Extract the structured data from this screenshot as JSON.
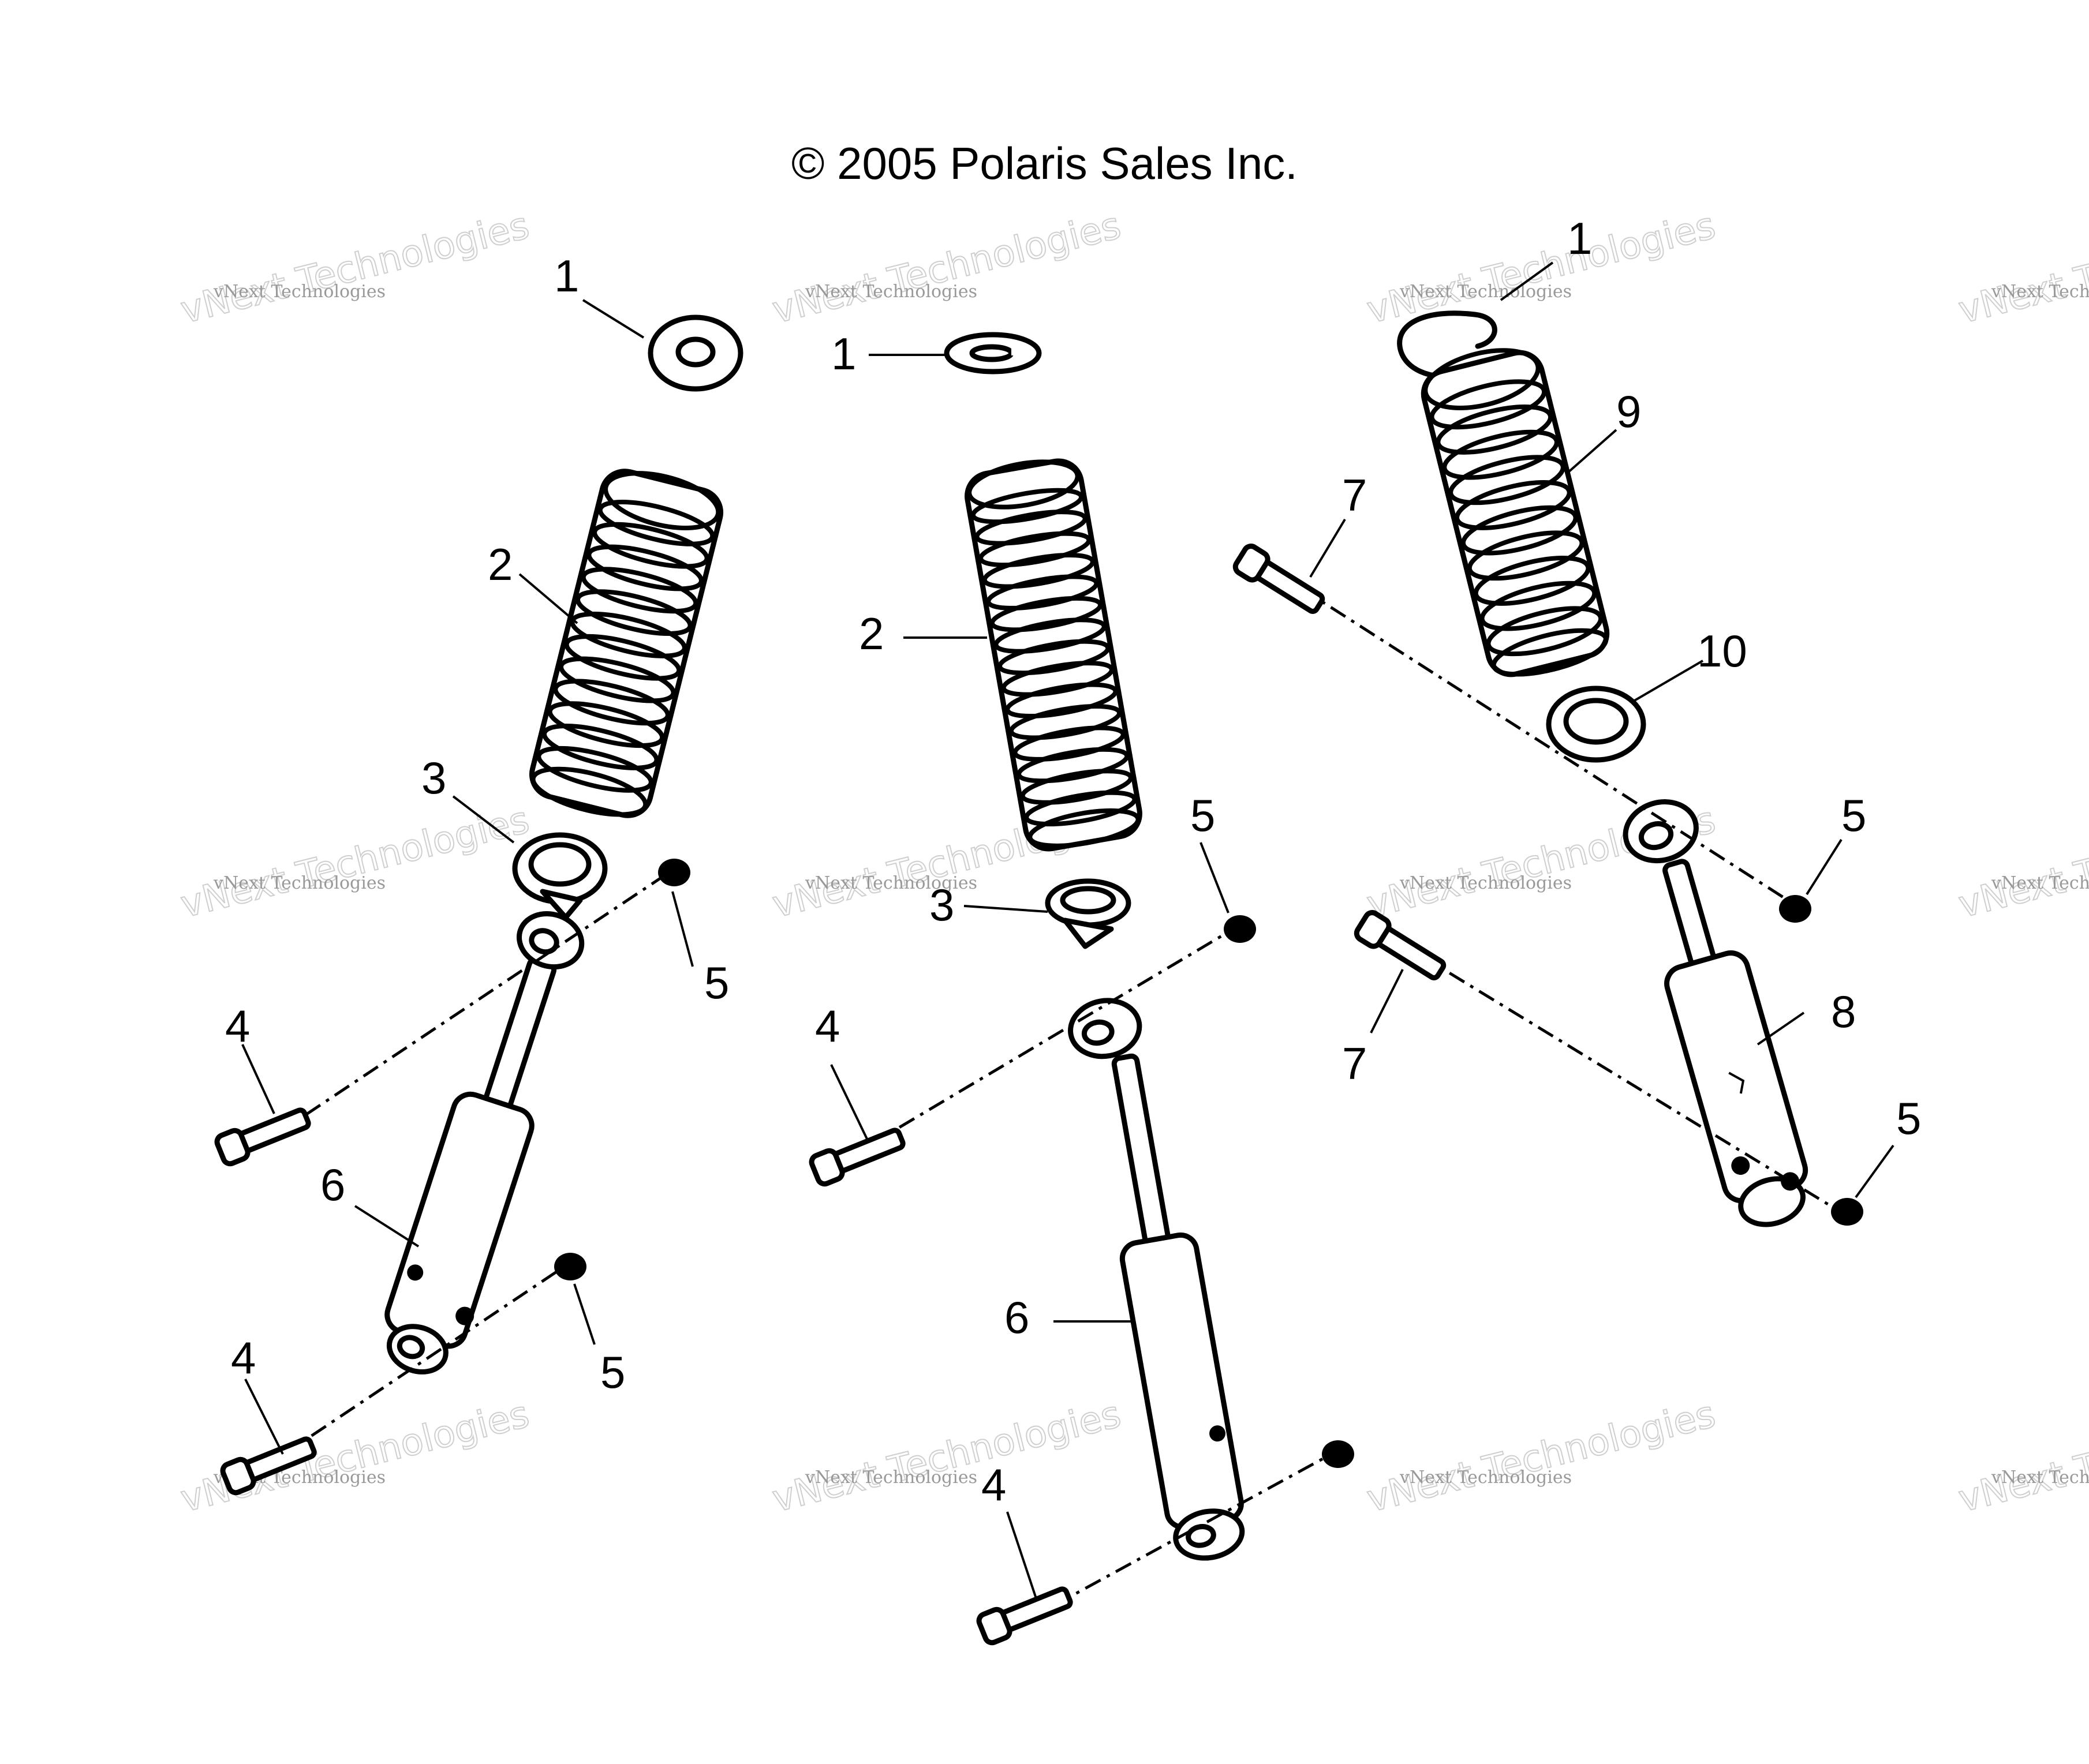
{
  "copyright": "© 2005 Polaris Sales Inc.",
  "watermark": {
    "small": "vNext Technologies",
    "large": "vNext Technologies"
  },
  "callouts": {
    "a1": "1",
    "a2": "2",
    "a3": "3",
    "a4a": "4",
    "a4b": "4",
    "a5a": "5",
    "a5b": "5",
    "a6": "6",
    "b1": "1",
    "b2": "2",
    "b3": "3",
    "b4a": "4",
    "b4b": "4",
    "b5": "5",
    "b6": "6",
    "c1": "1",
    "c9": "9",
    "c7a": "7",
    "c10": "10",
    "c5a": "5",
    "c7b": "7",
    "c8": "8",
    "c5b": "5"
  }
}
